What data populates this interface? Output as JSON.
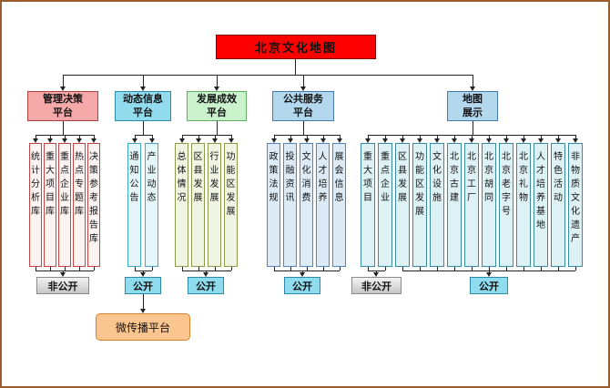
{
  "root": {
    "label": "北京文化地图"
  },
  "platforms": [
    {
      "label": "管理决策\n平台"
    },
    {
      "label": "动态信息\n平台"
    },
    {
      "label": "发展成效\n平台"
    },
    {
      "label": "公共服务\n平台"
    },
    {
      "label": "地图\n展示"
    }
  ],
  "groups": [
    {
      "platform": "管理决策平台",
      "columns": [
        "统计分析库",
        "重大项目库",
        "重点企业库",
        "热点专题库",
        "决策参考报告库"
      ]
    },
    {
      "platform": "动态信息平台",
      "columns": [
        "通知公告",
        "产业动态"
      ]
    },
    {
      "platform": "发展成效平台",
      "columns": [
        "总体情况",
        "区县发展",
        "行业发展",
        "功能区发展"
      ]
    },
    {
      "platform": "公共服务平台",
      "columns": [
        "政策法规",
        "投融资讯",
        "文化消费",
        "人才培养",
        "展会信息"
      ]
    },
    {
      "platform": "地图展示",
      "columns": [
        "重大项目",
        "重点企业",
        "区县发展",
        "功能区发展",
        "文化设施",
        "北京古建",
        "北京工厂",
        "北京胡同",
        "北京老字号",
        "北京礼物",
        "人才培养基地",
        "特色活动",
        "非物质文化遗产"
      ]
    }
  ],
  "badges": [
    {
      "label": "非公开"
    },
    {
      "label": "公开"
    },
    {
      "label": "公开"
    },
    {
      "label": "公开"
    },
    {
      "label": "非公开"
    },
    {
      "label": "公开"
    }
  ],
  "micro_platform": {
    "label": "微传播平台"
  },
  "colors": {
    "root_fill": "#fe0000",
    "management_fill": "#f5a9a9",
    "dynamic_fill": "#93dcee",
    "development_fill": "#c9f2cd",
    "service_fill": "#b3d8ee",
    "map_fill": "#b3d8ee",
    "private_badge_fill": "#d9d9d9",
    "public_badge_fill": "#8edcee",
    "micro_fill": "#fbc590",
    "frame_border": "#995c2d"
  }
}
